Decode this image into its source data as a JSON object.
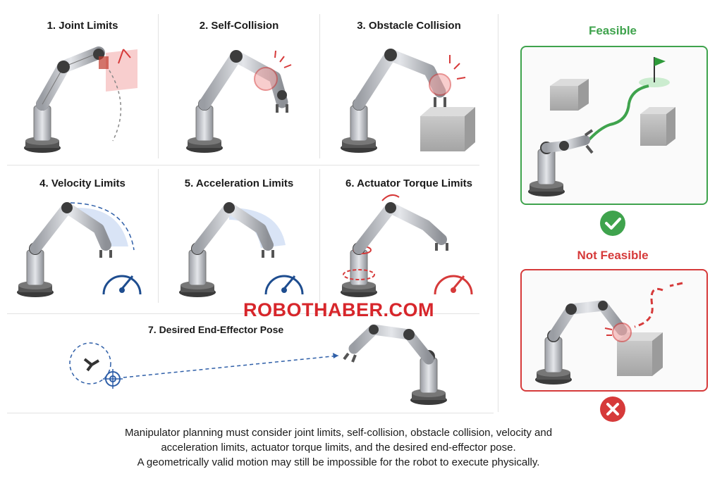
{
  "cells": [
    {
      "title": "1. Joint Limits"
    },
    {
      "title": "2. Self-Collision"
    },
    {
      "title": "3. Obstacle Collision"
    },
    {
      "title": "4. Velocity Limits"
    },
    {
      "title": "5. Acceleration Limits"
    },
    {
      "title": "6. Actuator Torque Limits"
    },
    {
      "title": "7. Desired End-Effector Pose"
    }
  ],
  "feasible": {
    "title": "Feasible",
    "color": "#3fa34d"
  },
  "not_feasible": {
    "title": "Not Feasible",
    "color": "#d63a3a"
  },
  "watermark": "ROBOTHABER.COM",
  "caption": {
    "line1": "Manipulator planning must consider joint limits, self-collision, obstacle collision, velocity and",
    "line2": "acceleration limits, actuator torque limits, and the desired end-effector pose.",
    "line3": "A geometrically valid motion may still be impossible for the robot to execute physically."
  },
  "icons": [
    "check-icon",
    "cross-icon",
    "gauge-icon",
    "flag-icon",
    "target-icon"
  ]
}
